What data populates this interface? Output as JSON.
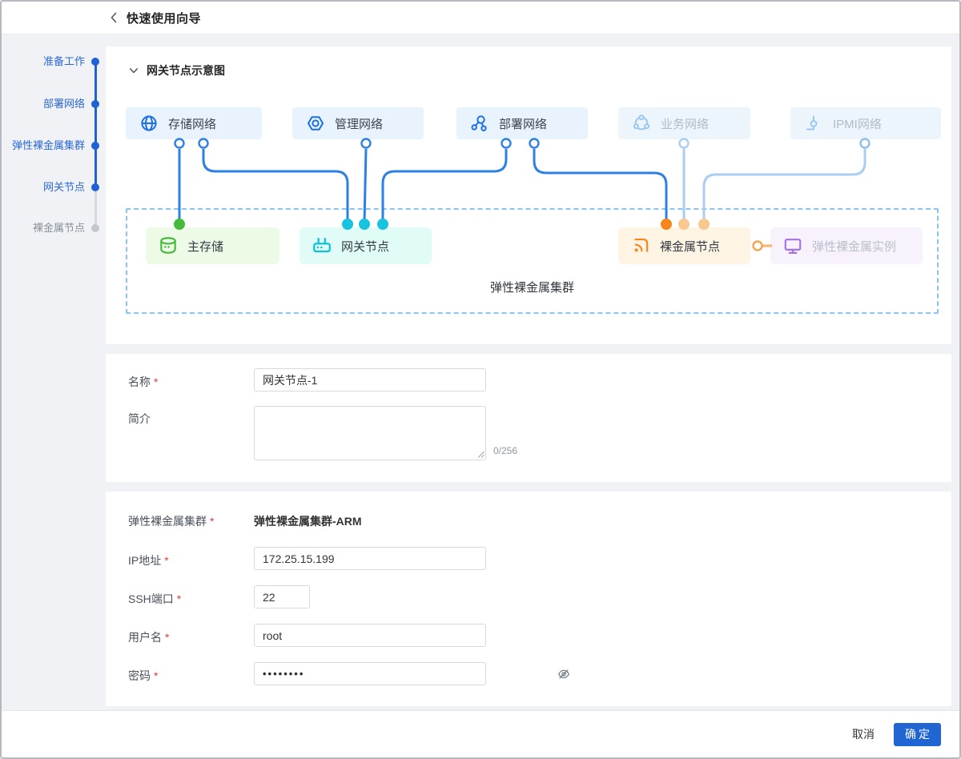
{
  "header": {
    "title": "快速使用向导"
  },
  "sidebar": {
    "steps": [
      {
        "label": "准备工作",
        "state": "done"
      },
      {
        "label": "部署网络",
        "state": "done"
      },
      {
        "label": "弹性裸金属集群",
        "state": "done"
      },
      {
        "label": "网关节点",
        "state": "current"
      },
      {
        "label": "裸金属节点",
        "state": "pending"
      }
    ]
  },
  "diagram": {
    "collapse_title": "网关节点示意图",
    "networks": [
      {
        "label": "存储网络",
        "icon": "globe-icon",
        "muted": false
      },
      {
        "label": "管理网络",
        "icon": "nut-icon",
        "muted": false
      },
      {
        "label": "部署网络",
        "icon": "cluster-icon",
        "muted": false
      },
      {
        "label": "业务网络",
        "icon": "ring-nodes-icon",
        "muted": true
      },
      {
        "label": "IPMI网络",
        "icon": "probe-icon",
        "muted": true
      }
    ],
    "nodes": [
      {
        "label": "主存储",
        "icon": "database-icon",
        "color": "#44bb3c"
      },
      {
        "label": "网关节点",
        "icon": "router-icon",
        "color": "#00c3dc"
      },
      {
        "label": "裸金属节点",
        "icon": "rss-icon",
        "color": "#f8861b"
      },
      {
        "label": "弹性裸金属实例",
        "icon": "monitor-icon",
        "color": "#a473e6"
      }
    ],
    "cluster_label": "弹性裸金属集群"
  },
  "form_basic": {
    "name_label": "名称",
    "name_value": "网关节点-1",
    "desc_label": "简介",
    "desc_value": "",
    "desc_counter": "0/256"
  },
  "form_conn": {
    "cluster_label": "弹性裸金属集群",
    "cluster_value": "弹性裸金属集群-ARM",
    "ip_label": "IP地址",
    "ip_value": "172.25.15.199",
    "ssh_label": "SSH端口",
    "ssh_value": "22",
    "user_label": "用户名",
    "user_value": "root",
    "pwd_label": "密码",
    "pwd_value": "••••••••"
  },
  "required_mark": "*",
  "footer": {
    "cancel_label": "取消",
    "confirm_label": "确定"
  },
  "colors": {
    "accent": "#2065d2",
    "line_blue": "#2d80e4",
    "line_light": "#a9cef2",
    "green": "#44bb3c",
    "cyan": "#17c4e0",
    "orange": "#f8861b",
    "orange_light": "#f9c88e",
    "purple": "#a473e6",
    "dashed_border": "#8ac4f1"
  }
}
